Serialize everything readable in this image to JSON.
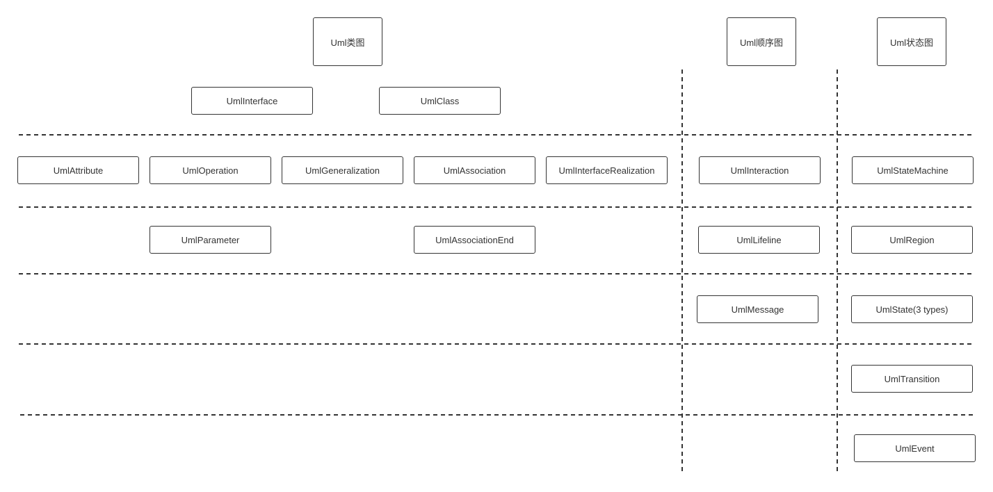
{
  "diagram": {
    "headers": {
      "class_diagram": "Uml类图",
      "sequence_diagram": "Uml顺序图",
      "state_diagram": "Uml状态图"
    },
    "class_column": {
      "row1": [
        "UmlInterface",
        "UmlClass"
      ],
      "row2": [
        "UmlAttribute",
        "UmlOperation",
        "UmlGeneralization",
        "UmlAssociation",
        "UmlInterfaceRealization"
      ],
      "row3": [
        "UmlParameter",
        "UmlAssociationEnd"
      ]
    },
    "sequence_column": {
      "items": [
        "UmlInteraction",
        "UmlLifeline",
        "UmlMessage"
      ]
    },
    "state_column": {
      "items": [
        "UmlStateMachine",
        "UmlRegion",
        "UmlState(3 types)",
        "UmlTransition",
        "UmlEvent"
      ]
    },
    "colors": {
      "stroke": "#333333",
      "text": "#333333",
      "background": "#ffffff"
    }
  }
}
